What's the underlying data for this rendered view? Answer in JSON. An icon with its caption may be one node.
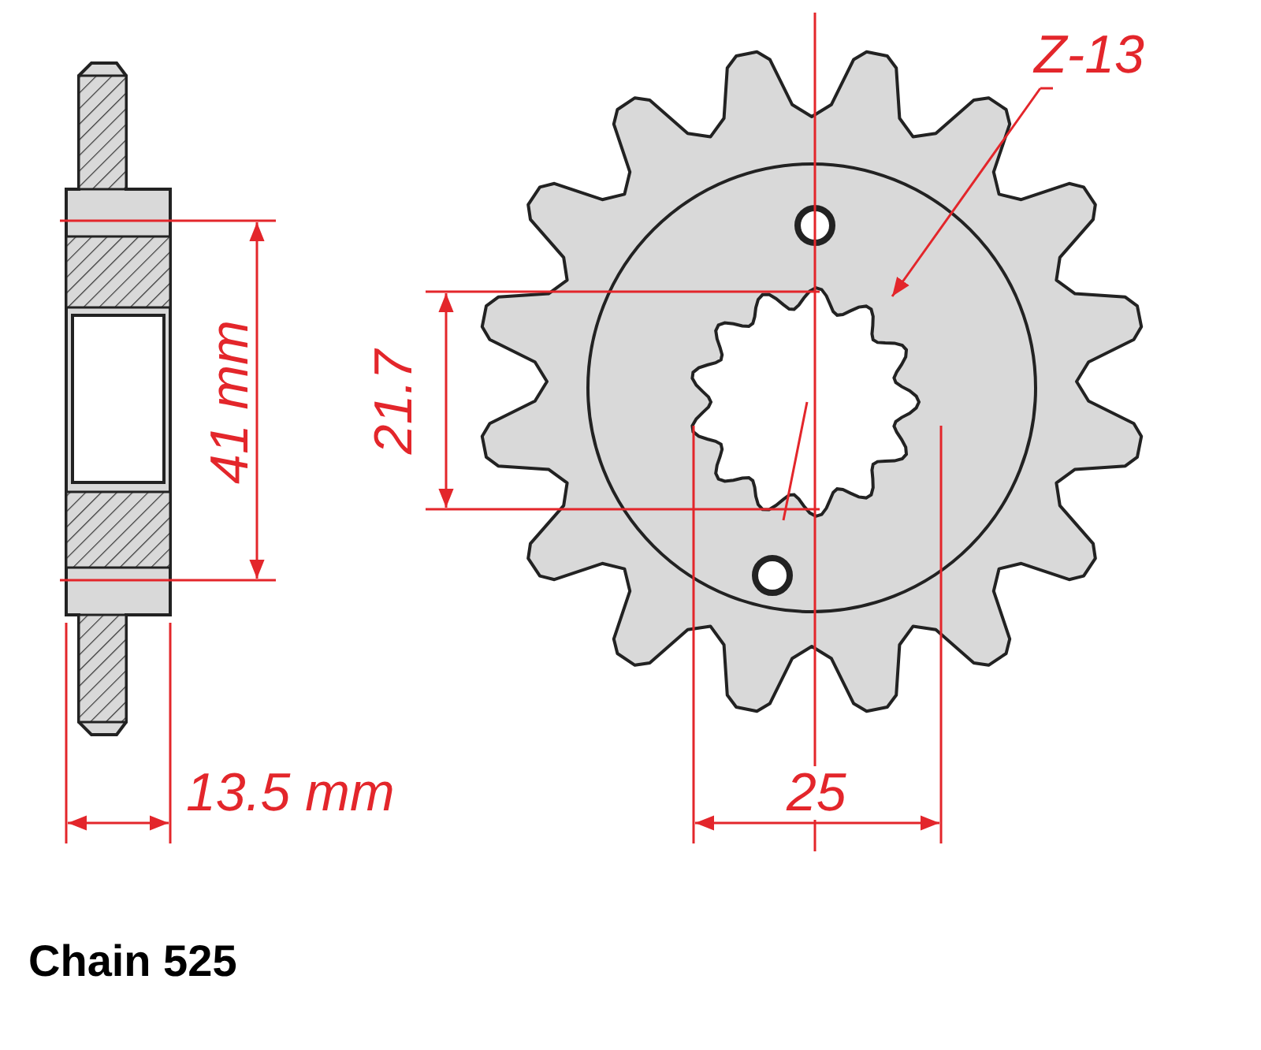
{
  "diagram": {
    "nodes": [
      {
        "text": [
          "Z-13"
        ]
      },
      {
        "text": [],
        "shape": "picture"
      }
    ],
    "edges": [
      {
        "from": 0,
        "to": 1,
        "arrow": "to"
      }
    ],
    "labels": [
      "21.7",
      "41 mm",
      "13.5 mm",
      "25",
      "Chain 525"
    ]
  }
}
